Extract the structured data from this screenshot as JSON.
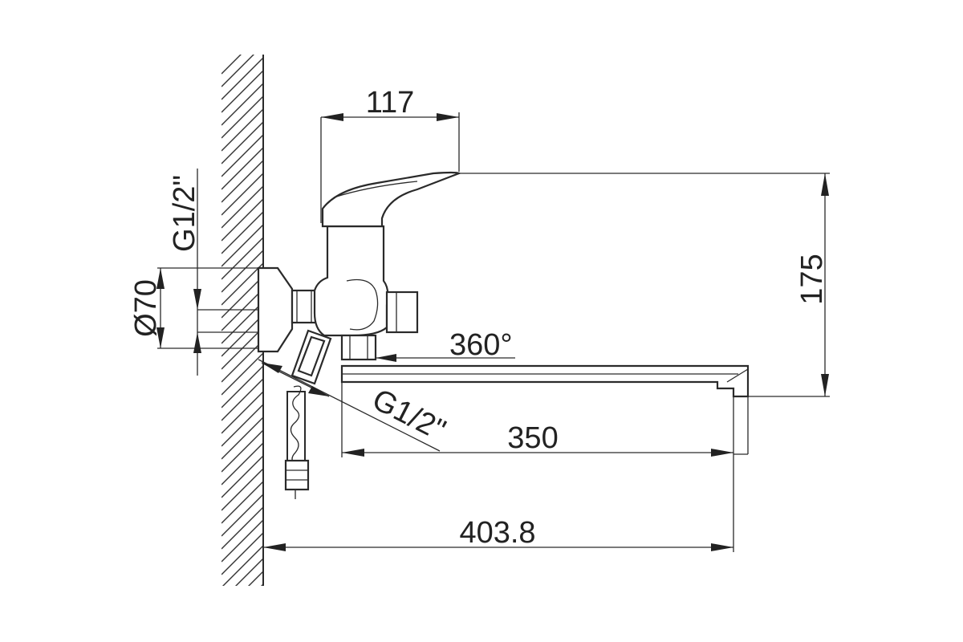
{
  "dimensions": {
    "lever_length": "117",
    "height": "175",
    "rotation": "360°",
    "spout_length": "350",
    "overall_length": "403.8",
    "flange_diameter": "Ø70",
    "inlet_thread": "G1/2\"",
    "outlet_thread": "G1/2\""
  },
  "colors": {
    "line": "#2a2a2a",
    "background": "#ffffff"
  }
}
